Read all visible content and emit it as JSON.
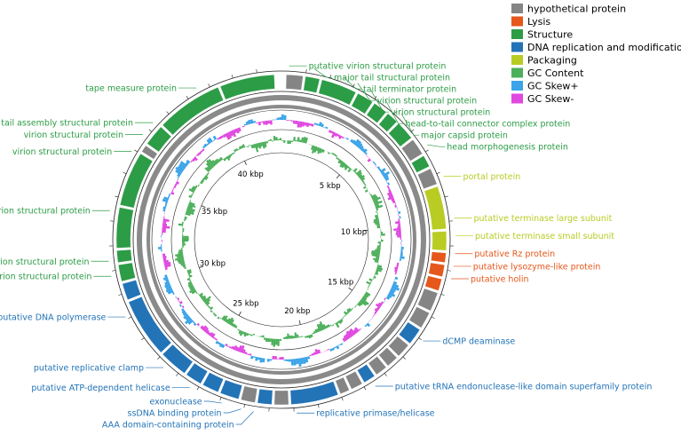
{
  "colors": {
    "hypothetical": "#858585",
    "lysis": "#e5571b",
    "structure": "#2c9c46",
    "dna": "#2373b7",
    "packaging": "#b8cc24",
    "gc_content": "#4caf5a",
    "skew_plus": "#3ba4e8",
    "skew_minus": "#e048e0",
    "backbone": "#8a8a8a"
  },
  "legend": [
    {
      "key": "hypothetical",
      "label": "hypothetical protein"
    },
    {
      "key": "lysis",
      "label": "Lysis"
    },
    {
      "key": "structure",
      "label": "Structure"
    },
    {
      "key": "dna",
      "label": "DNA replication and modification"
    },
    {
      "key": "packaging",
      "label": "Packaging"
    },
    {
      "key": "gc_content",
      "label": "GC Content"
    },
    {
      "key": "skew_plus",
      "label": "GC Skew+"
    },
    {
      "key": "skew_minus",
      "label": "GC Skew-"
    }
  ],
  "genome": {
    "length_kbp": 43,
    "ticks_kbp": [
      5,
      10,
      15,
      20,
      25,
      30,
      35,
      40
    ],
    "tick_suffix": " kbp"
  },
  "genes": [
    {
      "s": 0.2,
      "e": 0.9,
      "c": "hypothetical"
    },
    {
      "s": 1.0,
      "e": 1.6,
      "c": "structure"
    },
    {
      "s": 1.7,
      "e": 3.2,
      "c": "structure"
    },
    {
      "s": 3.3,
      "e": 4.0,
      "c": "structure"
    },
    {
      "s": 4.1,
      "e": 4.7,
      "c": "structure"
    },
    {
      "s": 4.8,
      "e": 5.3,
      "c": "structure"
    },
    {
      "s": 5.4,
      "e": 6.2,
      "c": "structure"
    },
    {
      "s": 6.3,
      "e": 7.0,
      "c": "hypothetical"
    },
    {
      "s": 7.1,
      "e": 7.6,
      "c": "structure"
    },
    {
      "s": 7.7,
      "e": 8.4,
      "c": "hypothetical"
    },
    {
      "s": 8.5,
      "e": 10.3,
      "c": "packaging"
    },
    {
      "s": 10.4,
      "e": 11.2,
      "c": "packaging"
    },
    {
      "s": 11.3,
      "e": 11.7,
      "c": "lysis"
    },
    {
      "s": 11.8,
      "e": 12.3,
      "c": "lysis"
    },
    {
      "s": 12.4,
      "e": 12.9,
      "c": "lysis"
    },
    {
      "s": 13.0,
      "e": 13.8,
      "c": "hypothetical"
    },
    {
      "s": 13.9,
      "e": 14.6,
      "c": "hypothetical"
    },
    {
      "s": 14.7,
      "e": 15.4,
      "c": "dna"
    },
    {
      "s": 15.5,
      "e": 16.1,
      "c": "hypothetical"
    },
    {
      "s": 16.2,
      "e": 16.7,
      "c": "hypothetical"
    },
    {
      "s": 16.8,
      "e": 17.3,
      "c": "hypothetical"
    },
    {
      "s": 17.4,
      "e": 17.9,
      "c": "dna"
    },
    {
      "s": 18.0,
      "e": 18.5,
      "c": "hypothetical"
    },
    {
      "s": 18.6,
      "e": 19.0,
      "c": "hypothetical"
    },
    {
      "s": 19.1,
      "e": 21.1,
      "c": "dna"
    },
    {
      "s": 21.2,
      "e": 21.8,
      "c": "hypothetical"
    },
    {
      "s": 21.9,
      "e": 22.5,
      "c": "dna"
    },
    {
      "s": 22.6,
      "e": 23.2,
      "c": "hypothetical"
    },
    {
      "s": 23.3,
      "e": 24.1,
      "c": "dna"
    },
    {
      "s": 24.2,
      "e": 24.9,
      "c": "dna"
    },
    {
      "s": 25.0,
      "e": 25.7,
      "c": "dna"
    },
    {
      "s": 25.8,
      "e": 27.0,
      "c": "dna"
    },
    {
      "s": 27.1,
      "e": 29.6,
      "c": "dna"
    },
    {
      "s": 29.7,
      "e": 30.4,
      "c": "dna"
    },
    {
      "s": 30.5,
      "e": 31.2,
      "c": "structure"
    },
    {
      "s": 31.3,
      "e": 31.8,
      "c": "structure"
    },
    {
      "s": 31.9,
      "e": 33.6,
      "c": "structure"
    },
    {
      "s": 33.7,
      "e": 36.0,
      "c": "structure"
    },
    {
      "s": 36.1,
      "e": 36.4,
      "c": "hypothetical"
    },
    {
      "s": 36.5,
      "e": 37.4,
      "c": "structure"
    },
    {
      "s": 37.5,
      "e": 40.3,
      "c": "structure"
    },
    {
      "s": 40.4,
      "e": 42.7,
      "c": "structure"
    }
  ],
  "labels": [
    {
      "text": "putative virion structural protein",
      "c": "structure",
      "pos": 0.3
    },
    {
      "text": "major tail structural protein",
      "c": "structure",
      "pos": 1.3
    },
    {
      "text": "tail terminator protein",
      "c": "structure",
      "pos": 2.5
    },
    {
      "text": "virion structural protein",
      "c": "structure",
      "pos": 3.1
    },
    {
      "text": "virion structural protein",
      "c": "structure",
      "pos": 3.7
    },
    {
      "text": "head-to-tail connector complex protein",
      "c": "structure",
      "pos": 4.4
    },
    {
      "text": "major capsid protein",
      "c": "structure",
      "pos": 5.2
    },
    {
      "text": "head morphogenesis protein",
      "c": "structure",
      "pos": 6.8
    },
    {
      "text": "portal protein",
      "c": "packaging",
      "pos": 8.2
    },
    {
      "text": "putative terminase large subunit",
      "c": "packaging",
      "pos": 9.9
    },
    {
      "text": "putative terminase small subunit",
      "c": "packaging",
      "pos": 10.6
    },
    {
      "text": "putative Rz protein",
      "c": "lysis",
      "pos": 11.3
    },
    {
      "text": "putative lysozyme-like protein",
      "c": "lysis",
      "pos": 11.8
    },
    {
      "text": "putative holin",
      "c": "lysis",
      "pos": 12.3
    },
    {
      "text": "dCMP deaminase",
      "c": "dna",
      "pos": 15.0
    },
    {
      "text": "putative tRNA endonuclease-like domain superfamily protein",
      "c": "dna",
      "pos": 17.6
    },
    {
      "text": "replicative primase/helicase",
      "c": "dna",
      "pos": 20.9
    },
    {
      "text": "AAA domain-containing protein",
      "c": "dna",
      "pos": 22.6
    },
    {
      "text": "ssDNA binding protein",
      "c": "dna",
      "pos": 23.1
    },
    {
      "text": "exonuclease",
      "c": "dna",
      "pos": 23.9
    },
    {
      "text": "putative ATP-dependent helicase",
      "c": "dna",
      "pos": 25.3
    },
    {
      "text": "putative replicative clamp",
      "c": "dna",
      "pos": 26.6
    },
    {
      "text": "putative DNA polymerase",
      "c": "dna",
      "pos": 29.1
    },
    {
      "text": "virion structural protein",
      "c": "structure",
      "pos": 30.8
    },
    {
      "text": "virion structural protein",
      "c": "structure",
      "pos": 31.4
    },
    {
      "text": "virion structural protein",
      "c": "structure",
      "pos": 33.4
    },
    {
      "text": "virion structural protein",
      "c": "structure",
      "pos": 35.9
    },
    {
      "text": "virion structural protein",
      "c": "structure",
      "pos": 36.7
    },
    {
      "text": "tail assembly structural protein",
      "c": "structure",
      "pos": 37.3
    },
    {
      "text": "tape measure protein",
      "c": "structure",
      "pos": 39.5
    }
  ]
}
